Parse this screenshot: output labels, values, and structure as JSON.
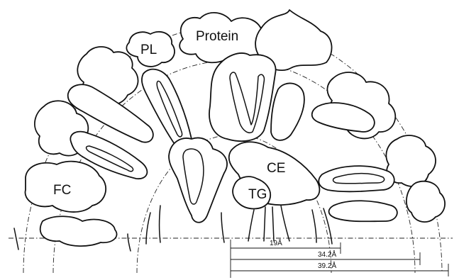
{
  "labels": {
    "protein": "Protein",
    "pl": "PL",
    "ce": "CE",
    "fc": "FC",
    "tg": "TG"
  },
  "dimensions": [
    {
      "text": "19Å"
    },
    {
      "text": "34.2Å"
    },
    {
      "text": "39.2Å"
    }
  ],
  "colors": {
    "ink": "#111111",
    "background": "#ffffff"
  }
}
